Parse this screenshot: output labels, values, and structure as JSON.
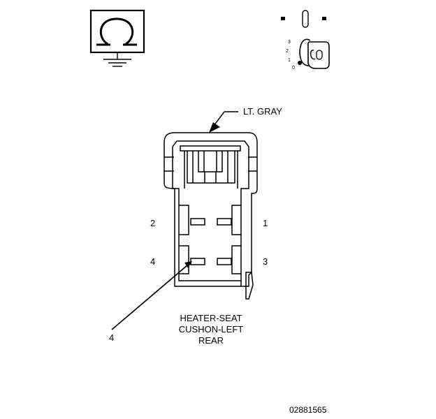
{
  "connector_color_label": "LT. GRAY",
  "pins": {
    "p1": "1",
    "p2": "2",
    "p3": "3",
    "p4": "4"
  },
  "component_name": [
    "HEATER-SEAT",
    "CUSHON-LEFT",
    "REAR"
  ],
  "callout_number": "4",
  "figure_id": "02881565",
  "ignition_positions": [
    "3",
    "2",
    "1",
    "0"
  ],
  "icons": {
    "meter": "ohmmeter-icon",
    "ground": "ground-icon",
    "key": "ignition-key-icon"
  },
  "colors": {
    "ink": "#000000",
    "paper": "#ffffff"
  }
}
